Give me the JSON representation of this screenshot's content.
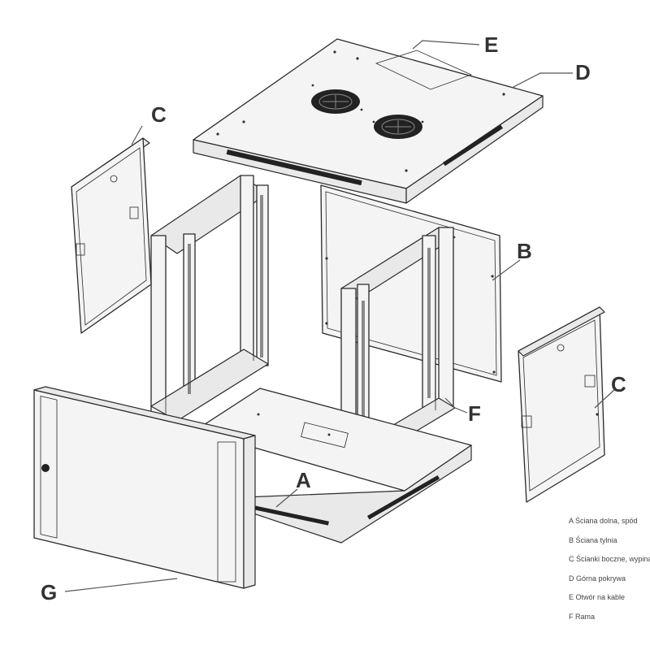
{
  "callouts": {
    "a": "A",
    "b": "B",
    "c_left": "C",
    "c_right": "C",
    "d": "D",
    "e": "E",
    "f": "F",
    "g": "G"
  },
  "legend": {
    "items": [
      "A Ściana dolna, spód",
      "B Ściana tylnia",
      "C Ścianki boczne, wypinane",
      "D Górna pokrywa",
      "E Otwór na kable",
      "F Rama"
    ]
  }
}
